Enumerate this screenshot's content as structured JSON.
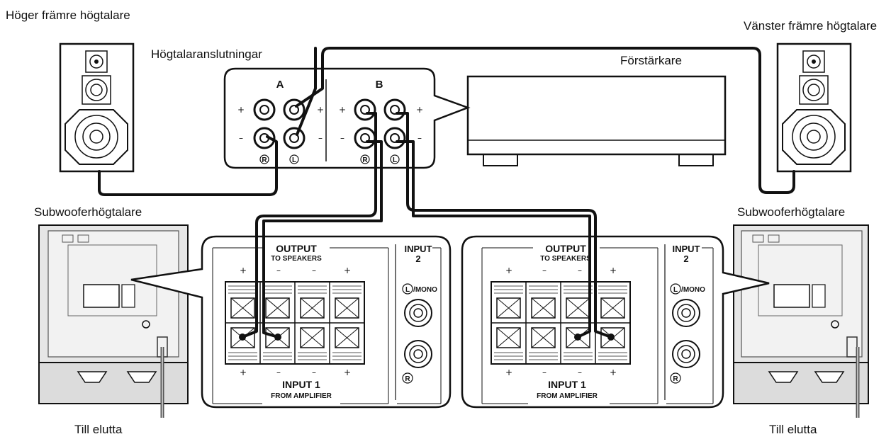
{
  "labels": {
    "right_front_speaker": "Höger främre högtalare",
    "left_front_speaker": "Vänster främre högtalare",
    "speaker_terminals": "Högtalaranslutningar",
    "amplifier": "Förstärkare",
    "subwoofer_left": "Subwooferhögtalare",
    "subwoofer_right": "Subwooferhögtalare",
    "outlet_left": "Till elutta",
    "outlet_right": "Till elutta"
  },
  "amp_panel": {
    "group_a": "A",
    "group_b": "B",
    "plus": "+",
    "minus": "–",
    "right_mark": "R",
    "left_mark": "L"
  },
  "sub_panel": {
    "output": "OUTPUT",
    "to_speakers": "TO SPEAKERS",
    "input1": "INPUT 1",
    "from_amplifier": "FROM AMPLIFIER",
    "input2": "INPUT",
    "input2_num": "2",
    "l_mono": "/MONO",
    "l_mark": "L",
    "r_mark": "R",
    "plus": "+",
    "minus": "–"
  },
  "colors": {
    "line": "#111111",
    "cabinet": "#e6e6e6",
    "panel": "#ffffff"
  }
}
